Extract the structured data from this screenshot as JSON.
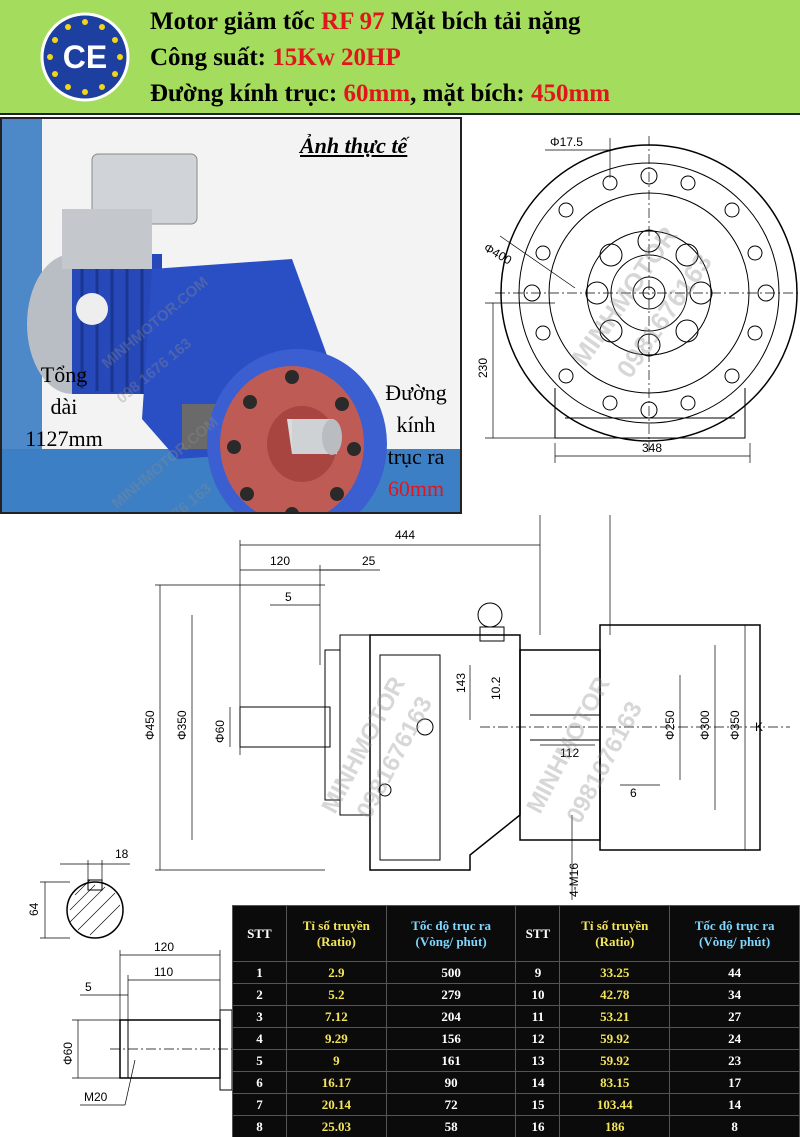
{
  "header": {
    "line1_a": "Motor giảm tốc ",
    "line1_b": "RF 97",
    "line1_c": " Mặt bích tải nặng",
    "line2_a": "Công suất: ",
    "line2_b": "15Kw 20HP",
    "line3_a": "Đường kính trục: ",
    "line3_b": "60mm",
    "line3_c": ", mặt bích: ",
    "line3_d": "450mm",
    "logo_text": "CE"
  },
  "photo": {
    "caption": "Ảnh thực tế",
    "left_lines": [
      "Tổng",
      "dài",
      "1127mm"
    ],
    "right_lines": [
      "Đường",
      "kính",
      "trục ra"
    ],
    "right_value": "60mm",
    "watermark_a": "MINHMOTOR.COM",
    "watermark_b": "098 1676 163"
  },
  "front_view": {
    "d_hole": "Φ17.5",
    "d_pcd": "Φ400",
    "h": "230",
    "w": "348"
  },
  "side_view": {
    "total": "444",
    "shaft_len": "120",
    "flange_off": "25",
    "step": "5",
    "d_flange": "Φ450",
    "d_pilot": "Φ350",
    "d_shaft": "Φ60",
    "h1": "143",
    "h2": "10.2",
    "d250": "Φ250",
    "d300": "Φ300",
    "d350r": "Φ350",
    "k": "K",
    "l112": "112",
    "l6": "6",
    "bolt": "4-M16"
  },
  "shaft_section": {
    "key_w": "18",
    "key_h": "64"
  },
  "shaft_detail": {
    "l120": "120",
    "l110": "110",
    "l5": "5",
    "d60": "Φ60",
    "thread": "M20"
  },
  "watermark": {
    "brand": "MINHMOTOR",
    "phone": "0981676163"
  },
  "table": {
    "headers": {
      "stt": "STT",
      "ratio_a": "Tỉ số truyền",
      "ratio_b": "(Ratio)",
      "speed_a": "Tốc độ trục ra",
      "speed_b": "(Vòng/ phút)"
    },
    "rows_left": [
      [
        "1",
        "2.9",
        "500"
      ],
      [
        "2",
        "5.2",
        "279"
      ],
      [
        "3",
        "7.12",
        "204"
      ],
      [
        "4",
        "9.29",
        "156"
      ],
      [
        "5",
        "9",
        "161"
      ],
      [
        "6",
        "16.17",
        "90"
      ],
      [
        "7",
        "20.14",
        "72"
      ],
      [
        "8",
        "25.03",
        "58"
      ]
    ],
    "rows_right": [
      [
        "9",
        "33.25",
        "44"
      ],
      [
        "10",
        "42.78",
        "34"
      ],
      [
        "11",
        "53.21",
        "27"
      ],
      [
        "12",
        "59.92",
        "24"
      ],
      [
        "13",
        "59.92",
        "23"
      ],
      [
        "14",
        "83.15",
        "17"
      ],
      [
        "15",
        "103.44",
        "14"
      ],
      [
        "16",
        "186",
        "8"
      ]
    ]
  }
}
